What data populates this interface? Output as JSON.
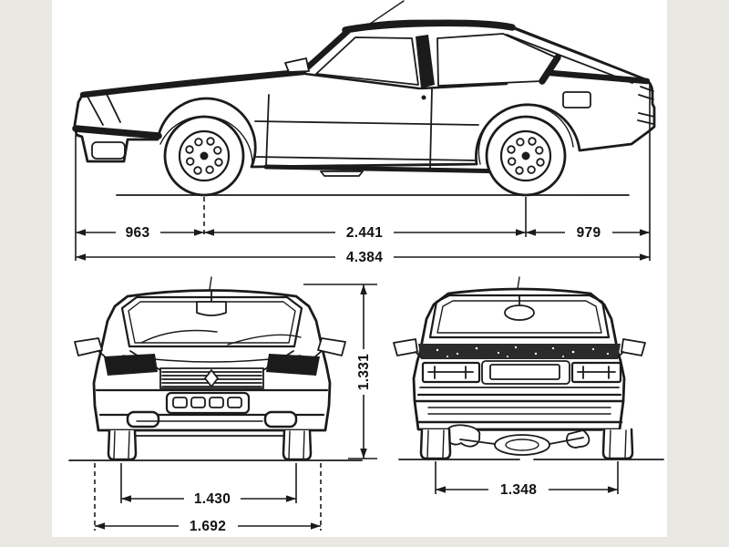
{
  "colors": {
    "ink": "#1b1b1b",
    "paper": "#ffffff",
    "margin": "#e9e8e3"
  },
  "dims": {
    "front_overhang": "963",
    "wheelbase": "2.441",
    "rear_overhang": "979",
    "overall_length": "4.384",
    "overall_height": "1.331",
    "front_track": "1.430",
    "overall_width": "1.692",
    "rear_track": "1.348"
  }
}
